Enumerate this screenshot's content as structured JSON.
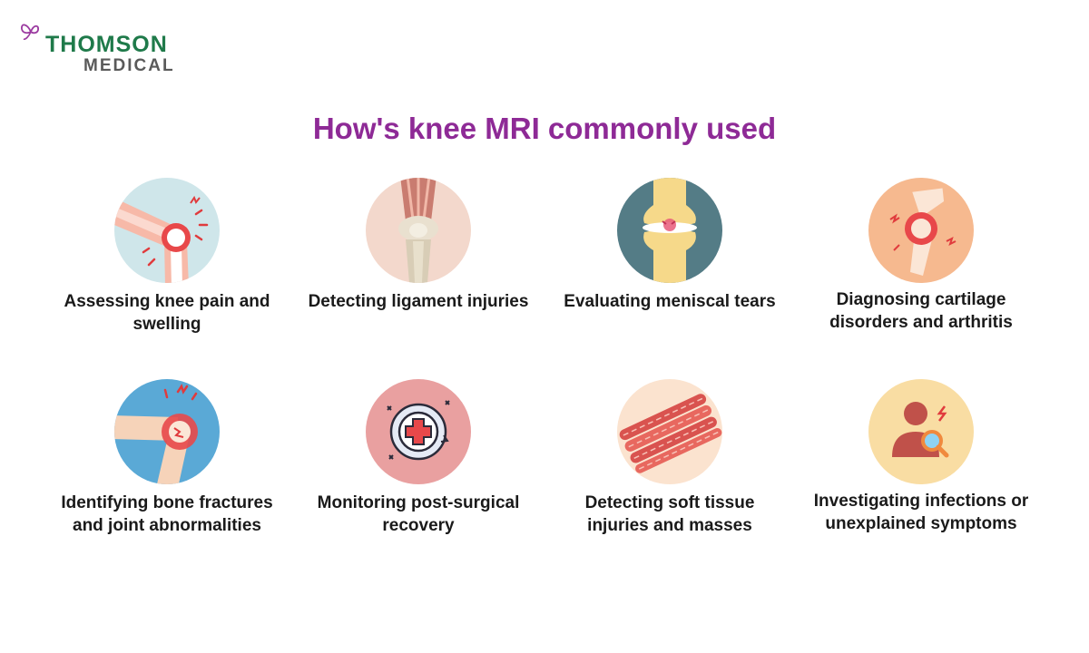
{
  "brand": {
    "name_line1": "THOMSON",
    "name_line2": "MEDICAL"
  },
  "page": {
    "title": "How's knee MRI commonly used"
  },
  "items": [
    {
      "label": "Assessing knee pain and swelling",
      "icon": "knee-pain-icon",
      "bg": "#cfe6ea"
    },
    {
      "label": "Detecting ligament injuries",
      "icon": "knee-ligament-icon",
      "bg": "#f3d8cc"
    },
    {
      "label": "Evaluating meniscal tears",
      "icon": "meniscus-joint-icon",
      "bg": "#547c86"
    },
    {
      "label": "Diagnosing cartilage disorders and arthritis",
      "icon": "cartilage-joint-icon",
      "bg": "#f6b98f"
    },
    {
      "label": "Identifying bone fractures and joint abnormalities",
      "icon": "bone-fracture-icon",
      "bg": "#5aa9d6"
    },
    {
      "label": "Monitoring post-surgical recovery",
      "icon": "medical-recovery-icon",
      "bg": "#e9a0a0"
    },
    {
      "label": "Detecting soft tissue injuries and masses",
      "icon": "muscle-fiber-icon",
      "bg": "#fbe3cf"
    },
    {
      "label": "Investigating infections or unexplained symptoms",
      "icon": "person-search-icon",
      "bg": "#f9dda3"
    }
  ]
}
